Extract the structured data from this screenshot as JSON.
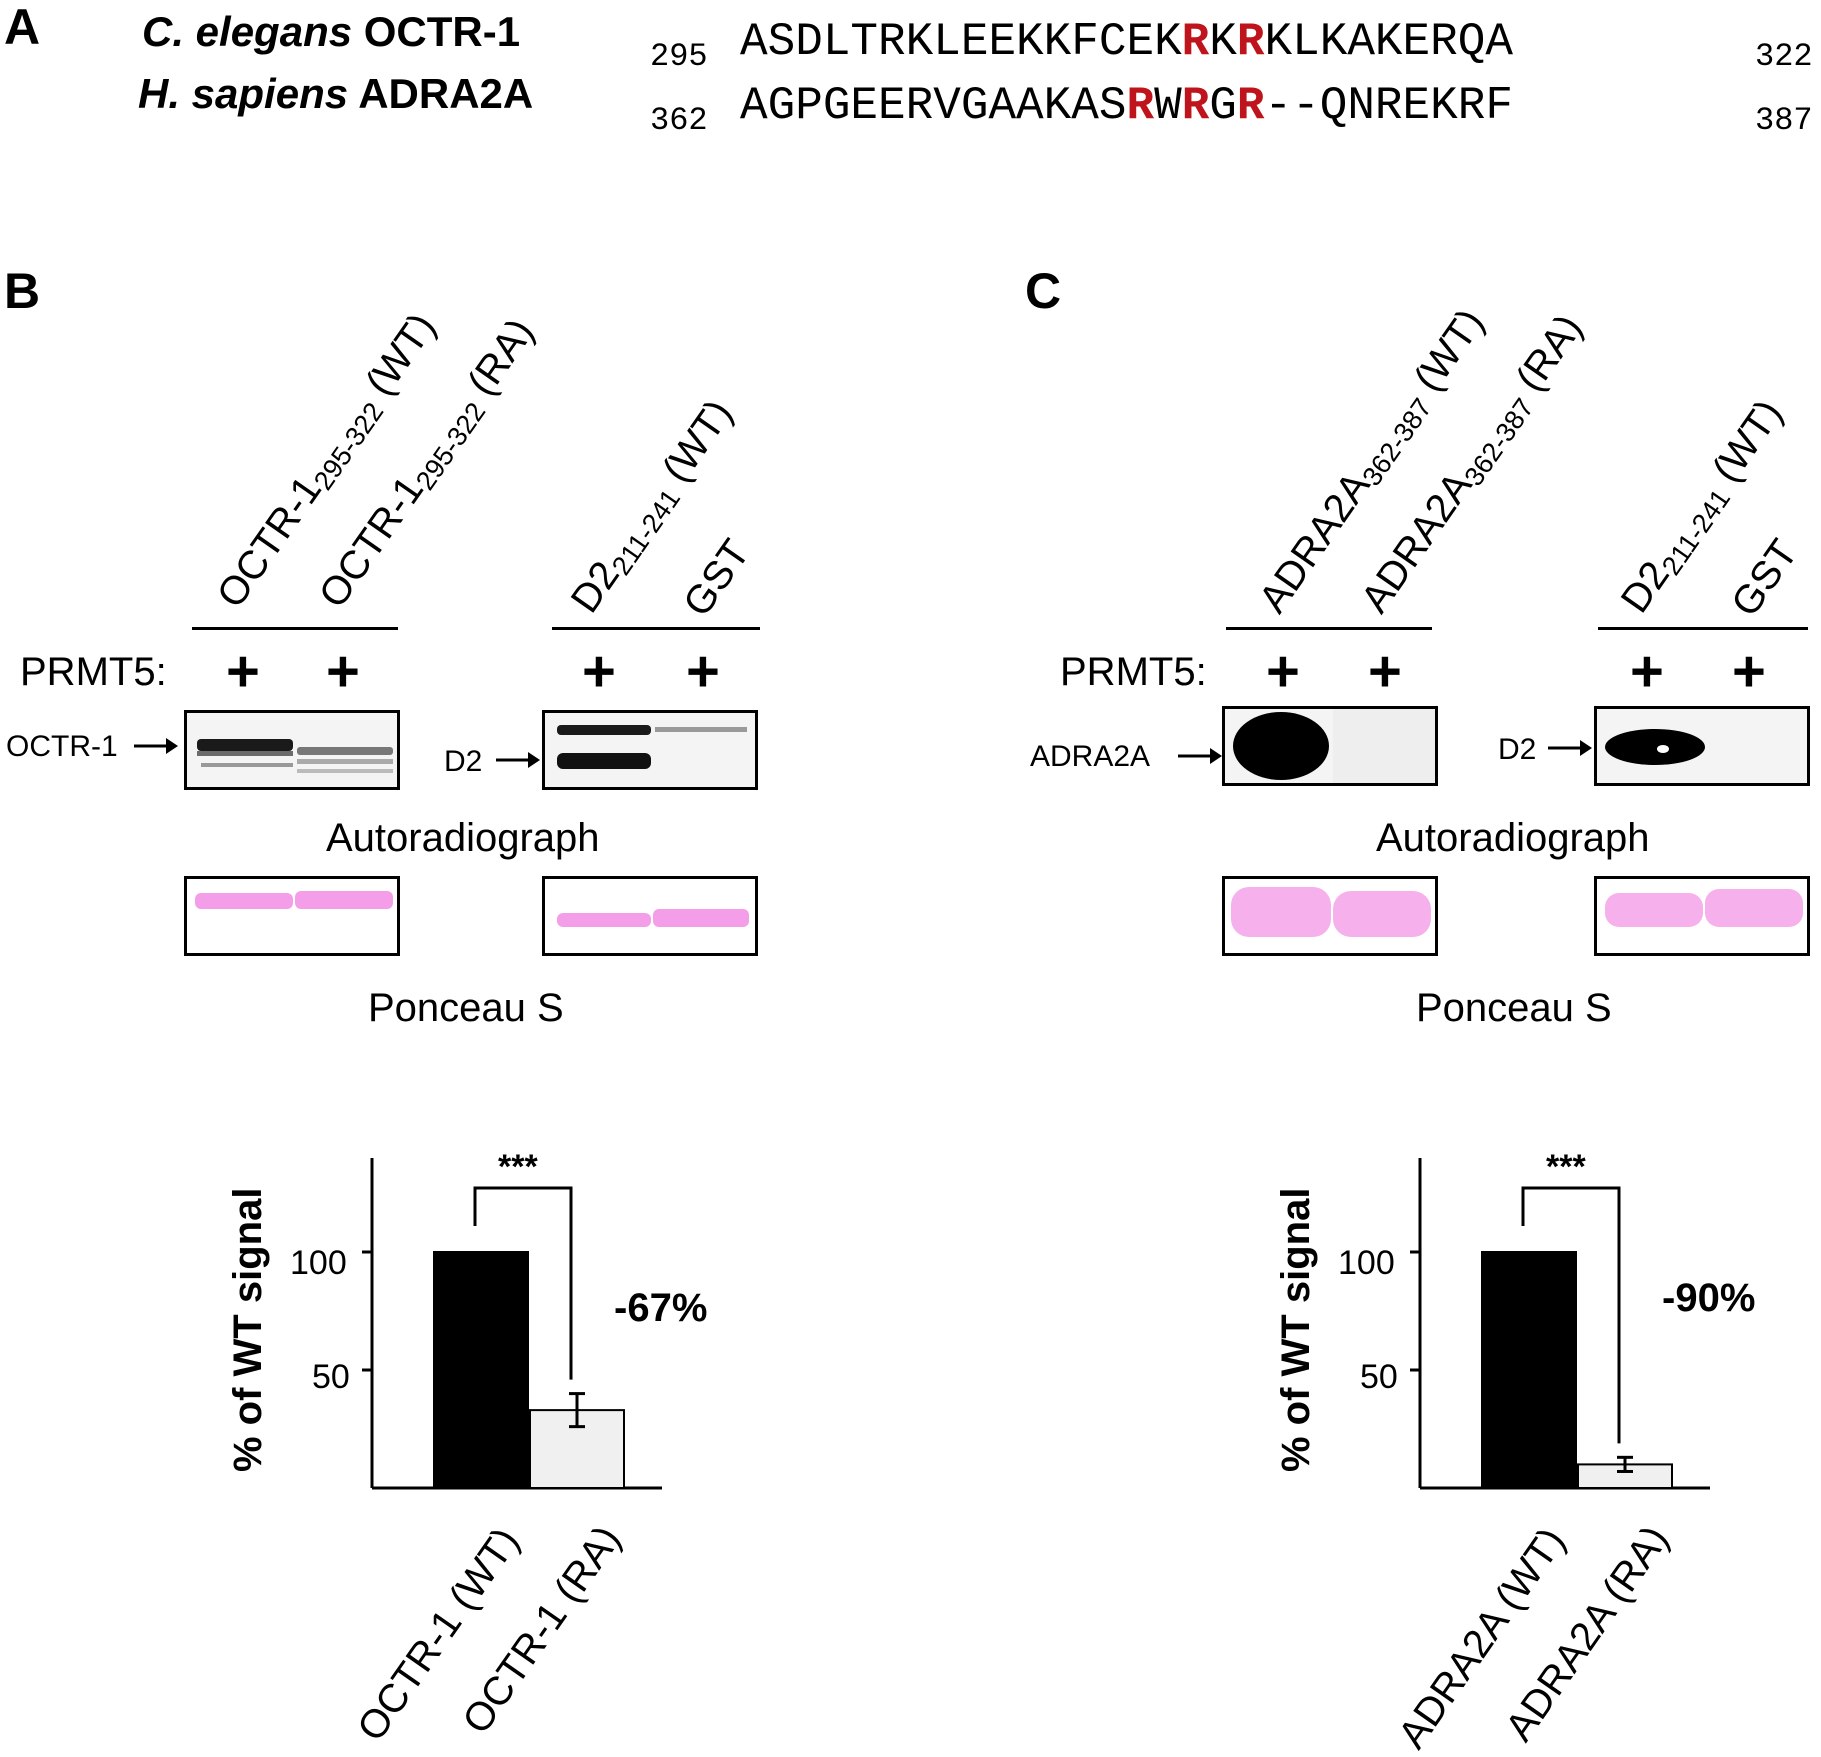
{
  "panelA": {
    "letter": "A",
    "rows": [
      {
        "species": "C. elegans",
        "protein": "OCTR-1",
        "start": "295",
        "end": "322",
        "segments": [
          {
            "t": "ASDLTRKLEEKKFCEK",
            "hl": false
          },
          {
            "t": "R",
            "hl": true
          },
          {
            "t": "K",
            "hl": false
          },
          {
            "t": "R",
            "hl": true
          },
          {
            "t": "KLKAKERQA",
            "hl": false
          }
        ]
      },
      {
        "species": "H. sapiens",
        "protein": "ADRA2A",
        "start": "362",
        "end": "387",
        "segments": [
          {
            "t": "AGPGEERVGAAKAS",
            "hl": false
          },
          {
            "t": "R",
            "hl": true
          },
          {
            "t": "W",
            "hl": false
          },
          {
            "t": "R",
            "hl": true
          },
          {
            "t": "G",
            "hl": false
          },
          {
            "t": "R",
            "hl": true
          },
          {
            "t": "--QNREKRF",
            "hl": false
          }
        ]
      }
    ]
  },
  "panelB": {
    "letter": "B",
    "lanes": [
      {
        "main": "OCTR-1",
        "sub": "295-322",
        "suffix": " (WT)"
      },
      {
        "main": "OCTR-1",
        "sub": "295-322",
        "suffix": " (RA)"
      },
      {
        "main": "D2",
        "sub": "211-241",
        "suffix": " (WT)"
      },
      {
        "main": "GST",
        "sub": "",
        "suffix": ""
      }
    ],
    "prmt_label": "PRMT5:",
    "plus": "+",
    "band_left": "OCTR-1",
    "band_right": "D2",
    "autorad_label": "Autoradiograph",
    "ponceau_label": "Ponceau S",
    "chart_ylabel": "% of WT signal",
    "percent_change": "-67%",
    "significance": "***",
    "x_categories": [
      "OCTR-1 (WT)",
      "OCTR-1 (RA)"
    ]
  },
  "panelC": {
    "letter": "C",
    "lanes": [
      {
        "main": "ADRA2A",
        "sub": "362-387",
        "suffix": " (WT)"
      },
      {
        "main": "ADRA2A",
        "sub": "362-387",
        "suffix": " (RA)"
      },
      {
        "main": "D2",
        "sub": "211-241",
        "suffix": " (WT)"
      },
      {
        "main": "GST",
        "sub": "",
        "suffix": ""
      }
    ],
    "prmt_label": "PRMT5:",
    "plus": "+",
    "band_left": "ADRA2A",
    "band_right": "D2",
    "autorad_label": "Autoradiograph",
    "ponceau_label": "Ponceau S",
    "chart_ylabel": "% of WT signal",
    "percent_change": "-90%",
    "significance": "***",
    "x_categories": [
      "ADRA2A (WT)",
      "ADRA2A (RA)"
    ]
  },
  "colors": {
    "highlight": "#c0141c",
    "wt_bar": "#000000",
    "ra_bar": "#f0f0f0",
    "ponceau": "#f07ce0"
  },
  "chart_data": [
    {
      "type": "bar",
      "categories": [
        "OCTR-1 (WT)",
        "OCTR-1 (RA)"
      ],
      "values": [
        100,
        33
      ],
      "error": [
        0,
        7
      ],
      "ylabel": "% of WT signal",
      "yticks": [
        50,
        100
      ],
      "ylim": [
        0,
        140
      ],
      "annotation": "-67%",
      "significance": "***"
    },
    {
      "type": "bar",
      "categories": [
        "ADRA2A (WT)",
        "ADRA2A (RA)"
      ],
      "values": [
        100,
        10
      ],
      "error": [
        0,
        3
      ],
      "ylabel": "% of WT signal",
      "yticks": [
        50,
        100
      ],
      "ylim": [
        0,
        140
      ],
      "annotation": "-90%",
      "significance": "***"
    }
  ]
}
